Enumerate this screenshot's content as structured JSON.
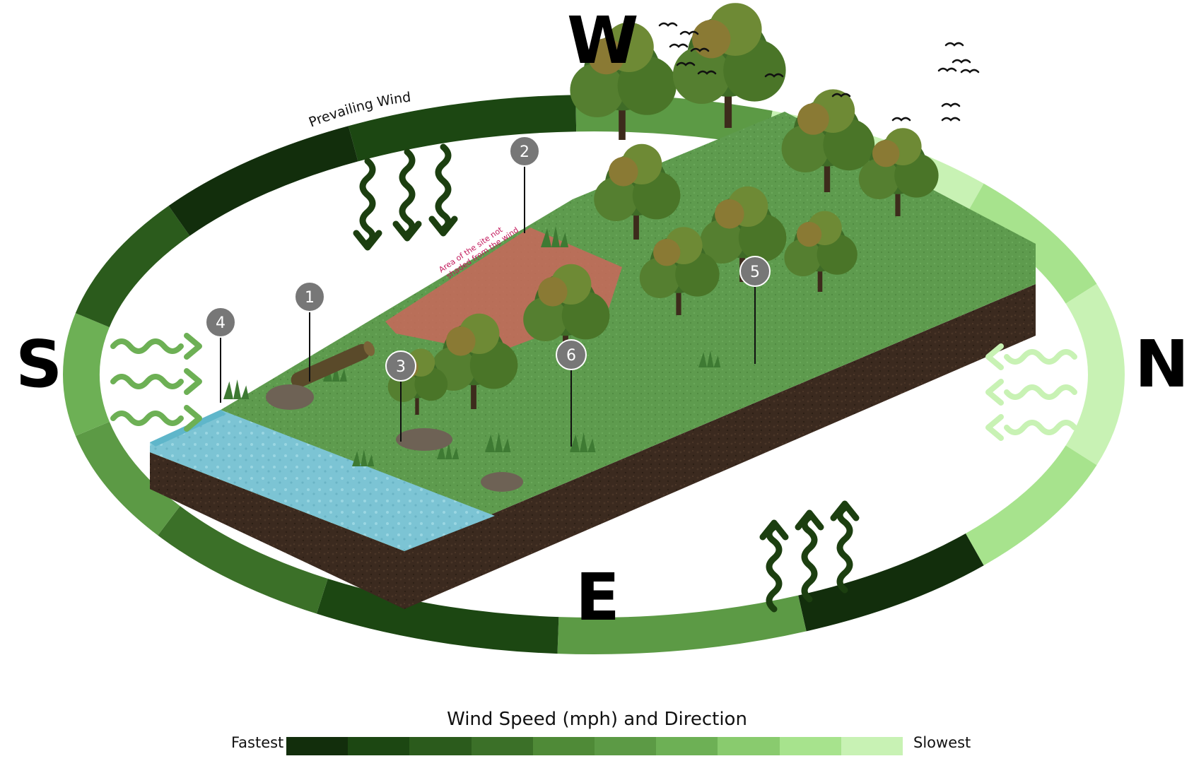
{
  "compass": {
    "west": "W",
    "south": "S",
    "north": "N",
    "east": "E"
  },
  "ring_label": "Prevailing Wind",
  "zone_label_line1": "Area of the site not",
  "zone_label_line2": "shaded from the wind",
  "markers": [
    "1",
    "2",
    "3",
    "4",
    "5",
    "6"
  ],
  "legend": {
    "title": "Wind Speed (mph) and Direction",
    "fastest": "Fastest",
    "slowest": "Slowest",
    "scale_colors": [
      "#122e0c",
      "#1c4712",
      "#2b5b1c",
      "#3b7028",
      "#4f8a37",
      "#5c9a45",
      "#6db055",
      "#89cb6e",
      "#a7e38d",
      "#c8f2b4"
    ]
  },
  "colors": {
    "grass": "#5e9b4e",
    "soil": "#3b2a1f",
    "water": "#7cc4d4",
    "exposed_zone": "#c9675c",
    "label_text": "#c2185b",
    "marker_fill": "#777777"
  },
  "icons": {
    "bird": "bird-icon",
    "wind_arrow": "wavy-arrow-icon",
    "tree": "tree-icon",
    "rock": "rock-icon",
    "log": "log-icon"
  }
}
